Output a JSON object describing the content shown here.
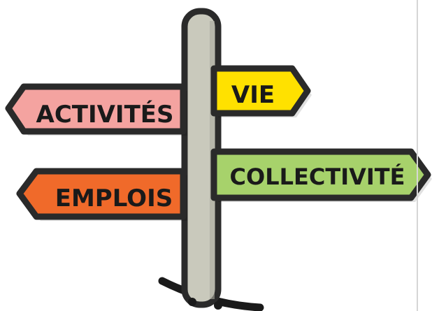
{
  "signs": {
    "activites": {
      "label": "ACTIVITÉS",
      "color": "#F4A3A0"
    },
    "vie": {
      "label": "VIE",
      "color": "#FFE100"
    },
    "collectivite": {
      "label": "COLLECTIVITÉ",
      "color": "#A7D26B"
    },
    "emplois": {
      "label": "EMPLOIS",
      "color": "#F06A2A"
    }
  },
  "post": {
    "color": "#C9C9BC",
    "outline": "#2a2a2a",
    "ground": "#1a1a1a"
  }
}
